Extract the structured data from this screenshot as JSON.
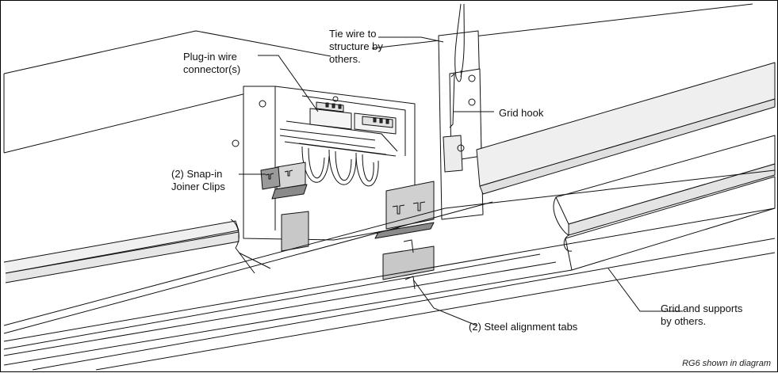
{
  "diagram": {
    "callouts": {
      "tie_wire": "Tie wire to\nstructure by\nothers.",
      "plug_in": "Plug-in wire\nconnector(s)",
      "grid_hook": "Grid hook",
      "snap_in": "(2) Snap-in\nJoiner Clips",
      "grid_supports": "Grid and supports\nby others.",
      "alignment_tabs": "(2) Steel alignment tabs"
    },
    "footer_note": "RG6 shown in diagram"
  }
}
